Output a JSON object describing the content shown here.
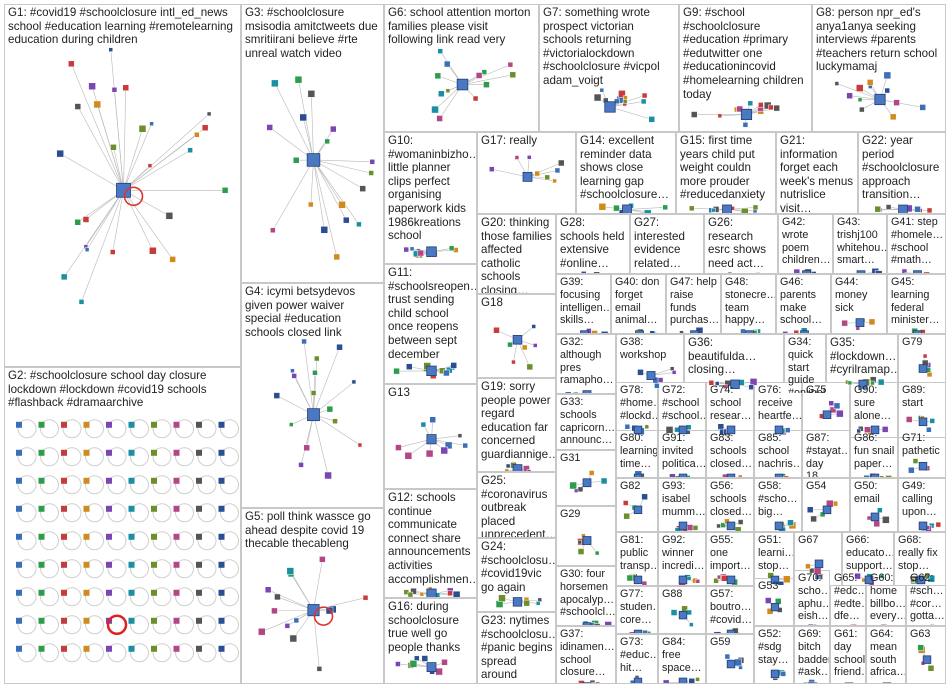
{
  "graph_title": "",
  "groups": [
    {
      "id": "G1",
      "text": "G1: #covid19 #schoolclosure intl_ed_news school #education learning #remotelearning education during children"
    },
    {
      "id": "G2",
      "text": "G2: #schoolclosure school day closure lockdown #lockdown #covid19 schools #flashback #dramaarchive"
    },
    {
      "id": "G3",
      "text": "G3: #schoolclosure msisodia amitctweets due smritiirani believe #rte unreal watch video"
    },
    {
      "id": "G4",
      "text": "G4: icymi betsydevos given power waiver special #education schools closed link"
    },
    {
      "id": "G5",
      "text": "G5: poll think wassce go ahead despite covid 19 thecable thecableng"
    },
    {
      "id": "G6",
      "text": "G6: school attention morton families please visit following link read very"
    },
    {
      "id": "G7",
      "text": "G7: something wrote prospect victorian schools returning #victorialockdown #schoolclosure #vicpol adam_voigt"
    },
    {
      "id": "G8",
      "text": "G8: person npr_ed's anya1anya seeking interviews #parents #teachers return school luckymamaj"
    },
    {
      "id": "G9",
      "text": "G9: #school #schoolclosure #education #primary #edutwitter one #educationincovid #homelearning children today"
    },
    {
      "id": "G10",
      "text": "G10: #womaninbizho… little planner clips perfect organising paperwork kids 1986kreations school"
    },
    {
      "id": "G11",
      "text": "G11: #schoolsreopen… trust sending child school once reopens between sept december"
    },
    {
      "id": "G12",
      "text": "G12: schools continue communicate connect share announcements activities accomplishmen…"
    },
    {
      "id": "G13",
      "text": "G13"
    },
    {
      "id": "G14",
      "text": "G14: excellent reminder data shows close learning gap #schoolclosure…"
    },
    {
      "id": "G15",
      "text": "G15: first time years child put weight couldn more prouder #reducedanxiety"
    },
    {
      "id": "G16",
      "text": "G16: during schoolclosure true well go people thanks"
    },
    {
      "id": "G17",
      "text": "G17: really"
    },
    {
      "id": "G18",
      "text": "G18"
    },
    {
      "id": "G19",
      "text": "G19: sorry people power regard education far concerned guardiannige…"
    },
    {
      "id": "G20",
      "text": "G20: thinking those families affected catholic schools closing…"
    },
    {
      "id": "G21",
      "text": "G21: information forget each week's menus nutrislice visit…"
    },
    {
      "id": "G22",
      "text": "G22: year period #schoolclosure approach transition…"
    },
    {
      "id": "G23",
      "text": "G23: nytimes #schoolclosu… #panic begins spread around #coronavirus"
    },
    {
      "id": "G24",
      "text": "G24: #schoolclosu… #covid19vic go again"
    },
    {
      "id": "G25",
      "text": "G25: #coronavirus outbreak placed unprecedent…"
    },
    {
      "id": "G26",
      "text": "G26: research esrc shows need act…"
    },
    {
      "id": "G27",
      "text": "G27: interested evidence related…"
    },
    {
      "id": "G28",
      "text": "G28: schools held extensive #online…"
    },
    {
      "id": "G29",
      "text": "G29"
    },
    {
      "id": "G30",
      "text": "G30: four horsemen apocalyp… #schoolcl…"
    },
    {
      "id": "G31",
      "text": "G31"
    },
    {
      "id": "G32",
      "text": "G32: although pres ramapho…"
    },
    {
      "id": "G33",
      "text": "G33: schools capricorn… announc…"
    },
    {
      "id": "G34",
      "text": "G34: quick start guide #onlinelear… #covid19…"
    },
    {
      "id": "G35",
      "text": "G35: #lockdown… #cyrilramap…"
    },
    {
      "id": "G36",
      "text": "G36: beautifulda… closing…"
    },
    {
      "id": "G37",
      "text": "G37: idinamen… school closure…"
    },
    {
      "id": "G38",
      "text": "G38: workshop"
    },
    {
      "id": "G39",
      "text": "G39: focusing intelligen… skills…"
    },
    {
      "id": "G40",
      "text": "G40: don forget email animal…"
    },
    {
      "id": "G41",
      "text": "G41: step #homele… #school #math…"
    },
    {
      "id": "G42",
      "text": "G42: wrote poem children…"
    },
    {
      "id": "G43",
      "text": "G43: trishj100 whitehou… smart…"
    },
    {
      "id": "G44",
      "text": "G44: money sick"
    },
    {
      "id": "G45",
      "text": "G45: learning federal minister…"
    },
    {
      "id": "G46",
      "text": "G46: parents make school…"
    },
    {
      "id": "G47",
      "text": "G47: help raise funds purchas…"
    },
    {
      "id": "G48",
      "text": "G48: stonecre… team happy…"
    },
    {
      "id": "G49",
      "text": "G49: calling upon…"
    },
    {
      "id": "G50",
      "text": "G50: email"
    },
    {
      "id": "G51",
      "text": "G51: learni… stop…"
    },
    {
      "id": "G52",
      "text": "G52: #sdg stay…"
    },
    {
      "id": "G53",
      "text": "G53"
    },
    {
      "id": "G54",
      "text": "G54"
    },
    {
      "id": "G55",
      "text": "G55: one import…"
    },
    {
      "id": "G56",
      "text": "G56: schools closed…"
    },
    {
      "id": "G57",
      "text": "G57: boutro… #covid…"
    },
    {
      "id": "G58",
      "text": "G58: #scho… big…"
    },
    {
      "id": "G59",
      "text": "G59"
    },
    {
      "id": "G60",
      "text": "G60: home billbo… every…"
    },
    {
      "id": "G61",
      "text": "G61: day school friend…"
    },
    {
      "id": "G62",
      "text": "G62: #sch… #cor… gotta…"
    },
    {
      "id": "G63",
      "text": "G63"
    },
    {
      "id": "G64",
      "text": "G64: mean south africa…"
    },
    {
      "id": "G65",
      "text": "G65: #edc… #edte… dfe…"
    },
    {
      "id": "G66",
      "text": "G66: educato… support…"
    },
    {
      "id": "G67",
      "text": "G67"
    },
    {
      "id": "G68",
      "text": "G68: really fix stop…"
    },
    {
      "id": "G69",
      "text": "G69: bitch badder… #ask…"
    },
    {
      "id": "G70",
      "text": "G70: scho… aphu… eish…"
    },
    {
      "id": "G71",
      "text": "G71: pathetic"
    },
    {
      "id": "G72",
      "text": "G72: #school #school…"
    },
    {
      "id": "G73",
      "text": "G73: #educ… hit…"
    },
    {
      "id": "G74",
      "text": "G74: school resear…"
    },
    {
      "id": "G75",
      "text": "G75"
    },
    {
      "id": "G76",
      "text": "G76: receive heartfe…"
    },
    {
      "id": "G77",
      "text": "G77: studen… core…"
    },
    {
      "id": "G78",
      "text": "G78: #home… #lockd…"
    },
    {
      "id": "G79",
      "text": "G79"
    },
    {
      "id": "G80",
      "text": "G80: learning time…"
    },
    {
      "id": "G81",
      "text": "G81: public transp…"
    },
    {
      "id": "G82",
      "text": "G82"
    },
    {
      "id": "G83",
      "text": "G83: schools closed…"
    },
    {
      "id": "G84",
      "text": "G84: free space…"
    },
    {
      "id": "G85",
      "text": "G85: school nachris…"
    },
    {
      "id": "G86",
      "text": "G86: fun snail paper…"
    },
    {
      "id": "G87",
      "text": "G87: #stayat… day 18…"
    },
    {
      "id": "G88",
      "text": "G88"
    },
    {
      "id": "G89",
      "text": "G89: start"
    },
    {
      "id": "G90",
      "text": "G90: sure alone…"
    },
    {
      "id": "G91",
      "text": "G91: invited politica…"
    },
    {
      "id": "G92",
      "text": "G92: winner incredi…"
    },
    {
      "id": "G93",
      "text": "G93: isabel mumm…"
    }
  ]
}
